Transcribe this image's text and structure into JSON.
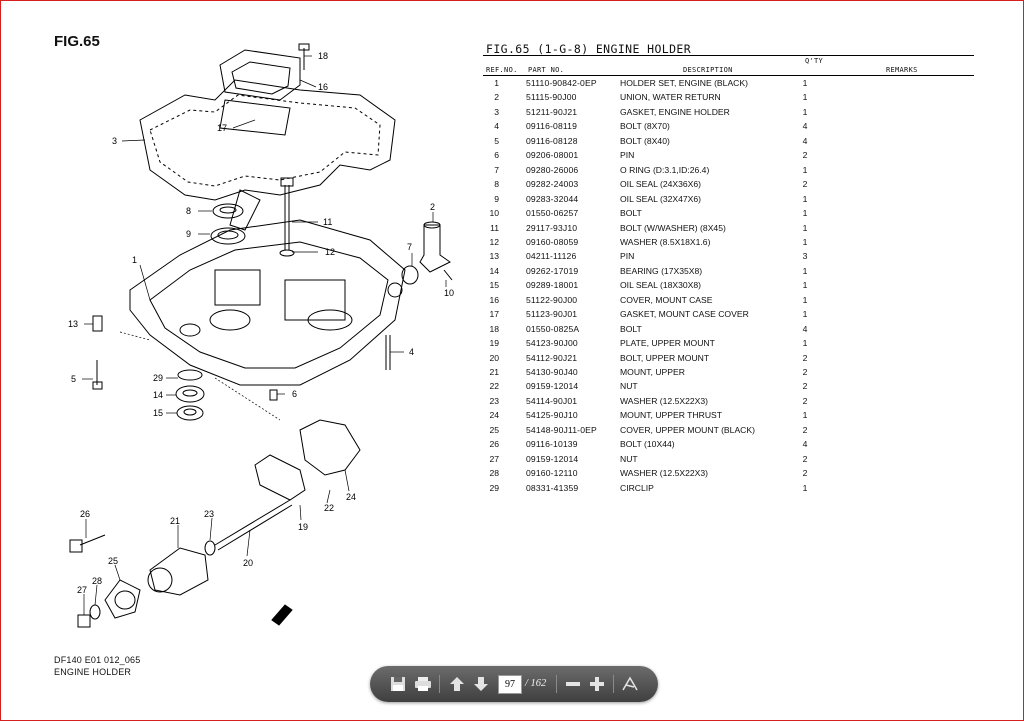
{
  "figure": {
    "label": "FIG.65",
    "code": "DF140 E01 012_065",
    "caption": "ENGINE HOLDER"
  },
  "table": {
    "title": "FIG.65 (1-G-8) ENGINE HOLDER",
    "headers": {
      "ref": "REF.NO.",
      "part": "PART NO.",
      "desc": "DESCRIPTION",
      "qty": "Q'TY",
      "remarks": "REMARKS"
    },
    "rows": [
      {
        "ref": "1",
        "part": "51110-90842-0EP",
        "desc": "HOLDER SET, ENGINE (BLACK)",
        "qty": "1"
      },
      {
        "ref": "2",
        "part": "51115-90J00",
        "desc": "UNION, WATER RETURN",
        "qty": "1"
      },
      {
        "ref": "3",
        "part": "51211-90J21",
        "desc": "GASKET, ENGINE HOLDER",
        "qty": "1"
      },
      {
        "ref": "4",
        "part": "09116-08119",
        "desc": "BOLT (8X70)",
        "qty": "4"
      },
      {
        "ref": "5",
        "part": "09116-08128",
        "desc": "BOLT (8X40)",
        "qty": "4"
      },
      {
        "ref": "6",
        "part": "09206-08001",
        "desc": "PIN",
        "qty": "2"
      },
      {
        "ref": "7",
        "part": "09280-26006",
        "desc": "O RING (D:3.1,ID:26.4)",
        "qty": "1"
      },
      {
        "ref": "8",
        "part": "09282-24003",
        "desc": "OIL SEAL (24X36X6)",
        "qty": "2"
      },
      {
        "ref": "9",
        "part": "09283-32044",
        "desc": "OIL SEAL (32X47X6)",
        "qty": "1"
      },
      {
        "ref": "10",
        "part": "01550-06257",
        "desc": "BOLT",
        "qty": "1"
      },
      {
        "ref": "11",
        "part": "29117-93J10",
        "desc": "BOLT (W/WASHER) (8X45)",
        "qty": "1"
      },
      {
        "ref": "12",
        "part": "09160-08059",
        "desc": "WASHER (8.5X18X1.6)",
        "qty": "1"
      },
      {
        "ref": "13",
        "part": "04211-11126",
        "desc": "PIN",
        "qty": "3"
      },
      {
        "ref": "14",
        "part": "09262-17019",
        "desc": "BEARING (17X35X8)",
        "qty": "1"
      },
      {
        "ref": "15",
        "part": "09289-18001",
        "desc": "OIL SEAL (18X30X8)",
        "qty": "1"
      },
      {
        "ref": "16",
        "part": "51122-90J00",
        "desc": "COVER, MOUNT CASE",
        "qty": "1"
      },
      {
        "ref": "17",
        "part": "51123-90J01",
        "desc": "GASKET, MOUNT CASE COVER",
        "qty": "1"
      },
      {
        "ref": "18",
        "part": "01550-0825A",
        "desc": "BOLT",
        "qty": "4"
      },
      {
        "ref": "19",
        "part": "54123-90J00",
        "desc": "PLATE, UPPER MOUNT",
        "qty": "1"
      },
      {
        "ref": "20",
        "part": "54112-90J21",
        "desc": "BOLT, UPPER MOUNT",
        "qty": "2"
      },
      {
        "ref": "21",
        "part": "54130-90J40",
        "desc": "MOUNT, UPPER",
        "qty": "2"
      },
      {
        "ref": "22",
        "part": "09159-12014",
        "desc": "NUT",
        "qty": "2"
      },
      {
        "ref": "23",
        "part": "54114-90J01",
        "desc": "WASHER (12.5X22X3)",
        "qty": "2"
      },
      {
        "ref": "24",
        "part": "54125-90J10",
        "desc": "MOUNT, UPPER THRUST",
        "qty": "1"
      },
      {
        "ref": "25",
        "part": "54148-90J11-0EP",
        "desc": "COVER, UPPER MOUNT (BLACK)",
        "qty": "2"
      },
      {
        "ref": "26",
        "part": "09116-10139",
        "desc": "BOLT (10X44)",
        "qty": "4"
      },
      {
        "ref": "27",
        "part": "09159-12014",
        "desc": "NUT",
        "qty": "2"
      },
      {
        "ref": "28",
        "part": "09160-12110",
        "desc": "WASHER (12.5X22X3)",
        "qty": "2"
      },
      {
        "ref": "29",
        "part": "08331-41359",
        "desc": "CIRCLIP",
        "qty": "1"
      }
    ]
  },
  "diagram_callouts": [
    "1",
    "2",
    "3",
    "4",
    "5",
    "6",
    "7",
    "8",
    "9",
    "10",
    "11",
    "12",
    "13",
    "14",
    "15",
    "16",
    "17",
    "18",
    "19",
    "20",
    "21",
    "22",
    "23",
    "24",
    "25",
    "26",
    "27",
    "28",
    "29"
  ],
  "toolbar": {
    "page_current": "97",
    "page_total": "/ 162",
    "icons": [
      "save-icon",
      "print-icon",
      "arrow-up-icon",
      "arrow-down-icon",
      "zoom-out-icon",
      "zoom-in-icon",
      "acrobat-icon"
    ],
    "background": "#4f4f4f"
  },
  "colors": {
    "frame": "#d62020",
    "line": "#000000"
  }
}
